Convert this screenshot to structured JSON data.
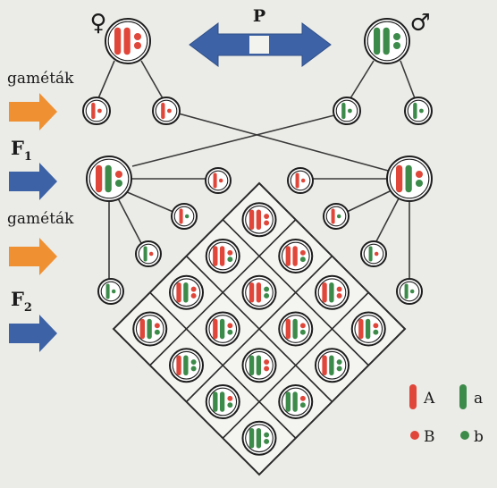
{
  "labels": {
    "female_symbol": "♀",
    "male_symbol": "♂",
    "parental": "P",
    "gametes_1": "gaméták",
    "f1": "F",
    "f1_sub": "1",
    "gametes_2": "gaméták",
    "f2": "F",
    "f2_sub": "2"
  },
  "legend": {
    "big_red": "A",
    "big_green": "a",
    "small_red": "B",
    "small_green": "b"
  },
  "colors": {
    "red": "#e0473a",
    "green": "#3d8b4a",
    "blue": "#3d63a6",
    "orange": "#ef9133",
    "line": "#3a3a3a",
    "background": "#ebebe7"
  },
  "grid": {
    "size": 4,
    "gamete_order": [
      "AB",
      "Ab",
      "aB",
      "ab"
    ]
  }
}
